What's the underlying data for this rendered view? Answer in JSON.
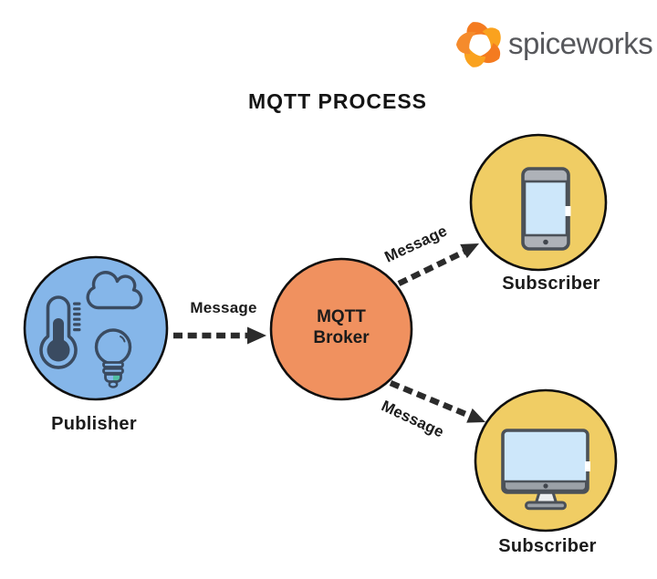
{
  "logo": {
    "brand": "spiceworks",
    "icon": "spiceworks-pinwheel-icon"
  },
  "title": "MQTT PROCESS",
  "nodes": {
    "publisher": {
      "label": "Publisher",
      "fill": "#85B6E9",
      "icons": [
        "thermometer-icon",
        "cloud-icon",
        "lightbulb-icon"
      ]
    },
    "broker": {
      "label": "MQTT Broker",
      "fill": "#F0915F"
    },
    "subscriber_top": {
      "label": "Subscriber",
      "fill": "#F0CD64",
      "icons": [
        "smartphone-icon"
      ]
    },
    "subscriber_bottom": {
      "label": "Subscriber",
      "fill": "#F0CD64",
      "icons": [
        "monitor-icon"
      ]
    }
  },
  "arrows": [
    {
      "label": "Message",
      "from": "publisher",
      "to": "broker",
      "style": "dashed"
    },
    {
      "label": "Message",
      "from": "broker",
      "to": "subscriber_top",
      "style": "dashed"
    },
    {
      "label": "Message",
      "from": "broker",
      "to": "subscriber_bottom",
      "style": "dashed"
    }
  ],
  "palette": {
    "publisher_fill": "#85B6E9",
    "broker_fill": "#F0915F",
    "subscriber_fill": "#F0CD64",
    "node_outline": "#0F0F0F",
    "arrow_color": "#2B2B2B",
    "icon_navy": "#3A4B61",
    "accent_teal": "#52BFA3",
    "device_gray": "#AEB2B8",
    "device_outline": "#4B5158",
    "screen_blue": "#CDE7FA",
    "logo_orange_dark": "#F47B20",
    "logo_orange_light": "#FAA21E",
    "brand_text_color": "#56575B",
    "background": "#FFFFFF"
  }
}
